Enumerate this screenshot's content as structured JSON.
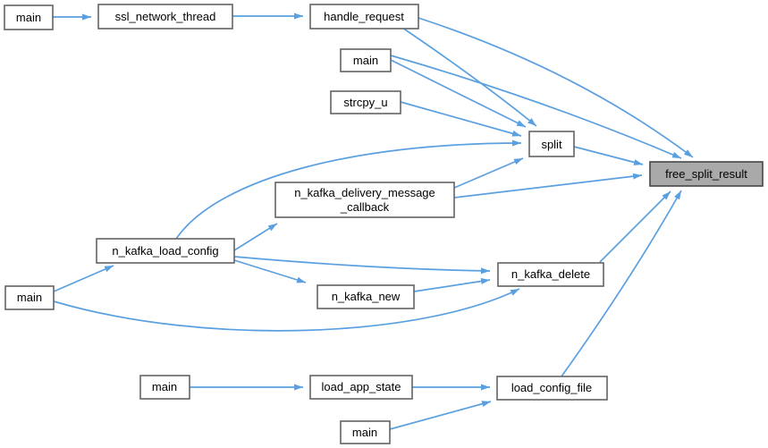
{
  "diagram": {
    "type": "doxygen-call-graph",
    "highlighted_node": "free_split_result",
    "colors": {
      "background": "#ffffff",
      "edge": "#5aa0e1",
      "node_fill": "#ffffff",
      "node_border": "#636363",
      "highlight_fill": "#a9a9a9",
      "highlight_border": "#464646",
      "text": "#000000"
    },
    "nodes": {
      "main_top": {
        "label": "main"
      },
      "ssl_network_thread": {
        "label": "ssl_network_thread"
      },
      "handle_request": {
        "label": "handle_request"
      },
      "main_mid": {
        "label": "main"
      },
      "strcpy_u": {
        "label": "strcpy_u"
      },
      "split": {
        "label": "split"
      },
      "free_split_result": {
        "label": "free_split_result"
      },
      "n_kafka_delivery_message_callback": {
        "lines": [
          "n_kafka_delivery_message",
          "_callback"
        ]
      },
      "n_kafka_load_config": {
        "label": "n_kafka_load_config"
      },
      "main_kafka": {
        "label": "main"
      },
      "n_kafka_new": {
        "label": "n_kafka_new"
      },
      "n_kafka_delete": {
        "label": "n_kafka_delete"
      },
      "main_loader": {
        "label": "main"
      },
      "load_app_state": {
        "label": "load_app_state"
      },
      "load_config_file": {
        "label": "load_config_file"
      },
      "main_bottom": {
        "label": "main"
      }
    },
    "edges": [
      {
        "from": "main_top",
        "to": "ssl_network_thread"
      },
      {
        "from": "ssl_network_thread",
        "to": "handle_request"
      },
      {
        "from": "handle_request",
        "to": "split"
      },
      {
        "from": "handle_request",
        "to": "free_split_result"
      },
      {
        "from": "main_mid",
        "to": "split"
      },
      {
        "from": "main_mid",
        "to": "free_split_result"
      },
      {
        "from": "strcpy_u",
        "to": "split"
      },
      {
        "from": "split",
        "to": "free_split_result"
      },
      {
        "from": "n_kafka_delivery_message_callback",
        "to": "split"
      },
      {
        "from": "n_kafka_delivery_message_callback",
        "to": "free_split_result"
      },
      {
        "from": "n_kafka_load_config",
        "to": "split"
      },
      {
        "from": "n_kafka_load_config",
        "to": "n_kafka_delivery_message_callback"
      },
      {
        "from": "n_kafka_load_config",
        "to": "n_kafka_delete"
      },
      {
        "from": "n_kafka_load_config",
        "to": "n_kafka_new"
      },
      {
        "from": "n_kafka_new",
        "to": "n_kafka_delete"
      },
      {
        "from": "n_kafka_delete",
        "to": "free_split_result"
      },
      {
        "from": "main_kafka",
        "to": "n_kafka_load_config"
      },
      {
        "from": "main_kafka",
        "to": "n_kafka_delete"
      },
      {
        "from": "main_loader",
        "to": "load_app_state"
      },
      {
        "from": "load_app_state",
        "to": "load_config_file"
      },
      {
        "from": "main_bottom",
        "to": "load_config_file"
      },
      {
        "from": "load_config_file",
        "to": "free_split_result"
      }
    ]
  }
}
